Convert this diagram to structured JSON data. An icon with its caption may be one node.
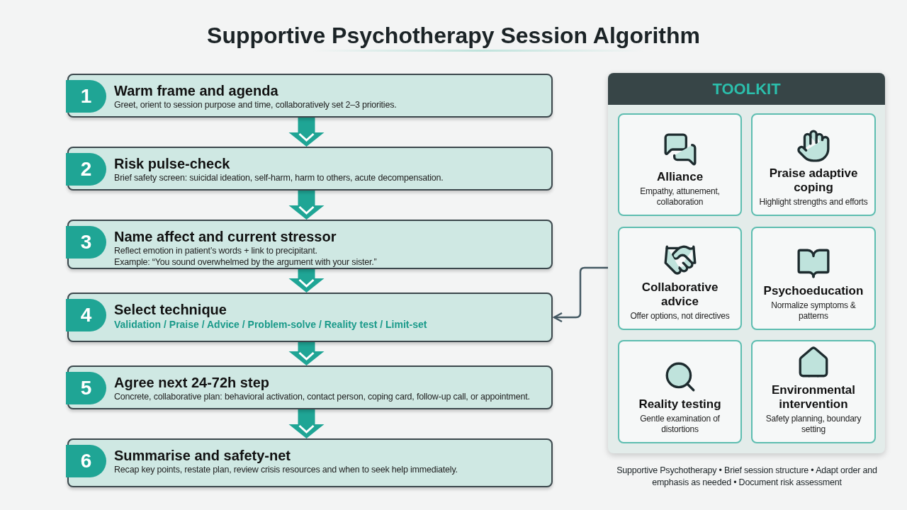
{
  "diagram": {
    "title": "Supportive Psychotherapy Session Algorithm",
    "nodes": [
      {
        "text": [
          "1",
          "Warm frame and agenda",
          "Greet, orient to session purpose and time, collaboratively set 2–3 priorities."
        ]
      },
      {
        "text": [
          "2",
          "Risk pulse-check",
          "Brief safety screen: suicidal ideation, self-harm, harm to others, acute decompensation."
        ]
      },
      {
        "text": [
          "3",
          "Name affect and current stressor",
          "Reflect emotion in patient’s words + link to precipitant.",
          "Example: “You sound overwhelmed by the argument with your sister.”"
        ]
      },
      {
        "text": [
          "4",
          "Select technique",
          "Validation / Praise / Advice / Problem-solve / Reality test / Limit-set"
        ]
      },
      {
        "text": [
          "5",
          "Agree next 24-72h step",
          "Concrete, collaborative plan: behavioral activation, contact person, coping card, follow-up call, or appointment."
        ]
      },
      {
        "text": [
          "6",
          "Summarise and safety-net",
          "Recap key points, restate plan, review crisis resources and when to seek help immediately."
        ]
      },
      {
        "text": [
          "TOOLKIT"
        ]
      },
      {
        "text": [
          "Alliance",
          "Empathy, attunement, collaboration"
        ],
        "in": 6
      },
      {
        "text": [
          "Praise adaptive coping",
          "Highlight strengths and efforts"
        ],
        "in": 6
      },
      {
        "text": [
          "Collaborative advice",
          "Offer options, not directives"
        ],
        "in": 6
      },
      {
        "text": [
          "Psychoeducation",
          "Normalize symptoms & patterns"
        ],
        "in": 6
      },
      {
        "text": [
          "Reality testing",
          "Gentle examination of distortions"
        ],
        "in": 6
      },
      {
        "text": [
          "Environmental intervention",
          "Safety planning, boundary setting"
        ],
        "in": 6
      }
    ],
    "edges": [
      {
        "from": 0,
        "to": 1,
        "arrow": "to"
      },
      {
        "from": 1,
        "to": 2,
        "arrow": "to"
      },
      {
        "from": 2,
        "to": 3,
        "arrow": "to"
      },
      {
        "from": 3,
        "to": 4,
        "arrow": "to"
      },
      {
        "from": 4,
        "to": 5,
        "arrow": "to"
      },
      {
        "from": 6,
        "to": 3,
        "arrow": "to",
        "color": "#455a64"
      }
    ],
    "caption": "Supportive Psychotherapy • Brief session structure • Adapt order and emphasis as needed • Document risk assessment"
  }
}
